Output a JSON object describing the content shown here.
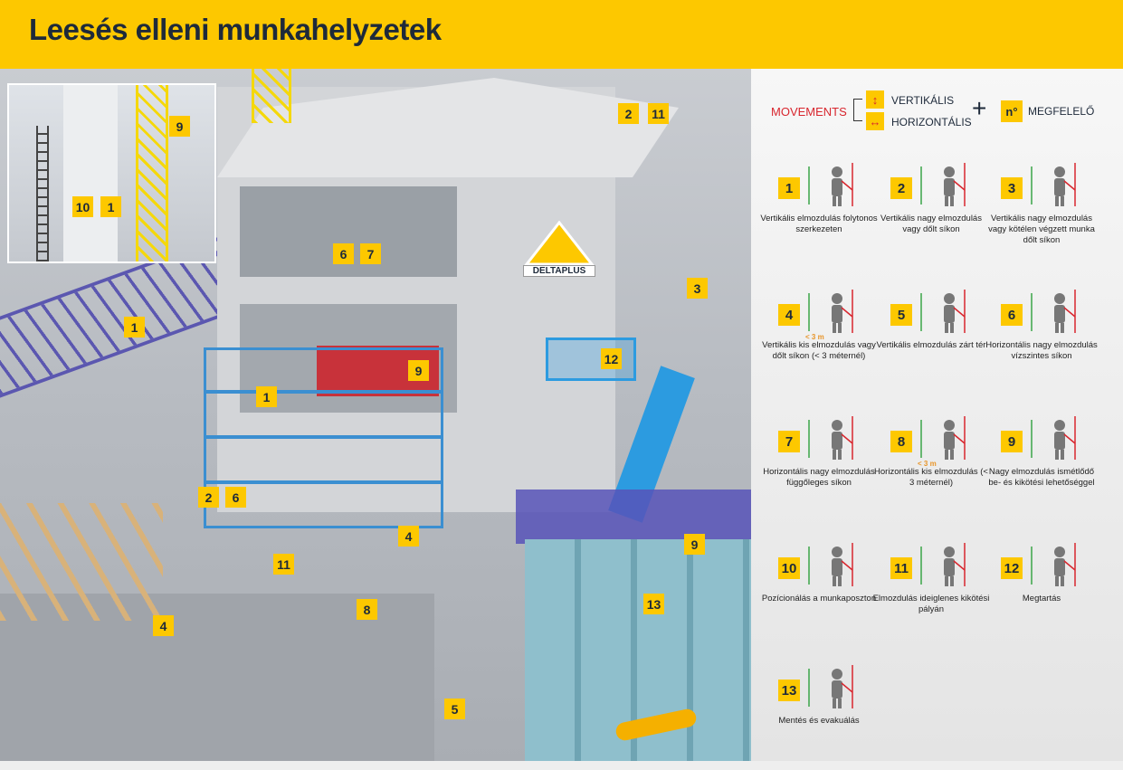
{
  "header": {
    "title": "Leesés elleni munkahelyzetek"
  },
  "scene": {
    "logo": "DELTAPLUS",
    "inset_badges": [
      "9",
      "10",
      "1"
    ],
    "badges": [
      "2",
      "11",
      "6",
      "7",
      "3",
      "1",
      "9",
      "12",
      "1",
      "2",
      "6",
      "4",
      "11",
      "8",
      "9",
      "13",
      "4",
      "5"
    ]
  },
  "legend": {
    "movements_label": "MOVEMENTS",
    "vertical_label": "VERTIKÁLIS",
    "horizontal_label": "HORIZONTÁLIS",
    "number_symbol": "n°",
    "matching_label": "MEGFELELŐ",
    "colors": {
      "accent": "#fdc800",
      "red": "#d8262e",
      "green": "#3aa548",
      "orange": "#e8952a"
    },
    "items": [
      {
        "num": "1",
        "caption": "Vertikális elmozdulás folytonos szerkezeten"
      },
      {
        "num": "2",
        "caption": "Vertikális nagy elmozdulás vagy dőlt síkon"
      },
      {
        "num": "3",
        "caption": "Vertikális nagy elmozdulás vagy kötélen végzett munka dőlt síkon"
      },
      {
        "num": "4",
        "caption": "Vertikális kis elmozdulás vagy dőlt síkon (< 3 méternél)",
        "measure": "< 3 m"
      },
      {
        "num": "5",
        "caption": "Vertikális elmozdulás zárt tér"
      },
      {
        "num": "6",
        "caption": "Horizontális nagy elmozdulás vízszintes síkon"
      },
      {
        "num": "7",
        "caption": "Horizontális nagy elmozdulás függőleges síkon"
      },
      {
        "num": "8",
        "caption": "Horizontális kis elmozdulás (< 3 méternél)",
        "measure": "< 3 m"
      },
      {
        "num": "9",
        "caption": "Nagy elmozdulás ismétlődő be- és kikötési lehetőséggel"
      },
      {
        "num": "10",
        "caption": "Pozícionálás a munkaposzton"
      },
      {
        "num": "11",
        "caption": "Elmozdulás ideiglenes kikötési pályán"
      },
      {
        "num": "12",
        "caption": "Megtartás"
      },
      {
        "num": "13",
        "caption": "Mentés és evakuálás"
      }
    ]
  }
}
